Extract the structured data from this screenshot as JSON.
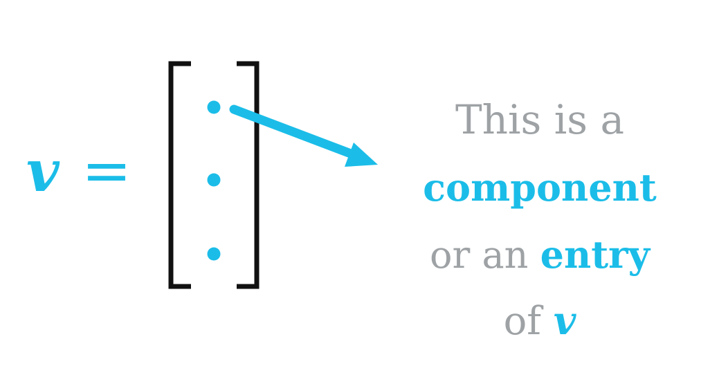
{
  "equation": {
    "variable": "v",
    "equals": "="
  },
  "caption": {
    "line1": "This is a",
    "line2": "component",
    "line3_plain": "or an",
    "line3_bold": "entry",
    "line4_plain": "of",
    "line4_var": "v"
  },
  "vector": {
    "entries": [
      "•",
      "•",
      "•"
    ]
  },
  "colors": {
    "accent": "#1bbde8",
    "caption_gray": "#9ea2a5",
    "bracket": "#111111"
  }
}
